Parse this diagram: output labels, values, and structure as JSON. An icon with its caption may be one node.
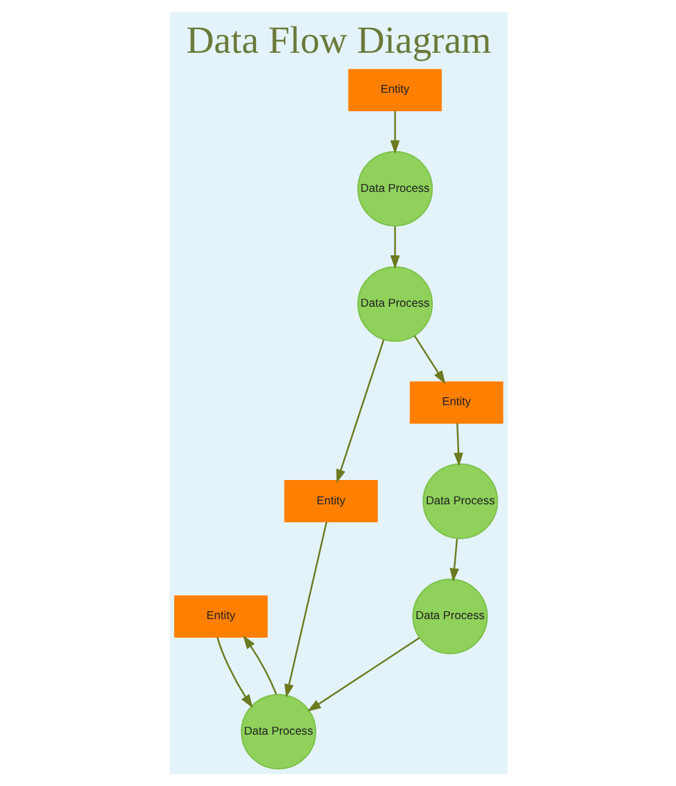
{
  "diagram": {
    "title": "Data Flow Diagram",
    "nodes": [
      {
        "text": [
          "Entity"
        ]
      },
      {
        "text": [
          "Data Process"
        ]
      },
      {
        "text": [
          "Data Process"
        ]
      },
      {
        "text": [
          "Data Process"
        ]
      },
      {
        "text": [
          "Entity"
        ]
      },
      {
        "text": [
          "Data Process"
        ]
      },
      {
        "text": [
          "Entity"
        ]
      },
      {
        "text": [
          "Data Process"
        ]
      },
      {
        "text": [
          "Entity"
        ]
      }
    ],
    "edges": [
      {
        "from": 1,
        "to": 0,
        "arrow": "to"
      },
      {
        "from": 0,
        "to": 1,
        "arrow": "to"
      },
      {
        "from": 3,
        "to": 1,
        "arrow": "to"
      },
      {
        "from": 2,
        "to": 3,
        "arrow": "to"
      },
      {
        "from": 4,
        "to": 1,
        "arrow": "to"
      },
      {
        "from": 5,
        "to": 4,
        "arrow": "to"
      },
      {
        "from": 5,
        "to": 6,
        "arrow": "to"
      },
      {
        "from": 6,
        "to": 2,
        "arrow": "to"
      },
      {
        "from": 7,
        "to": 5,
        "arrow": "to"
      },
      {
        "from": 8,
        "to": 7,
        "arrow": "to"
      }
    ]
  }
}
